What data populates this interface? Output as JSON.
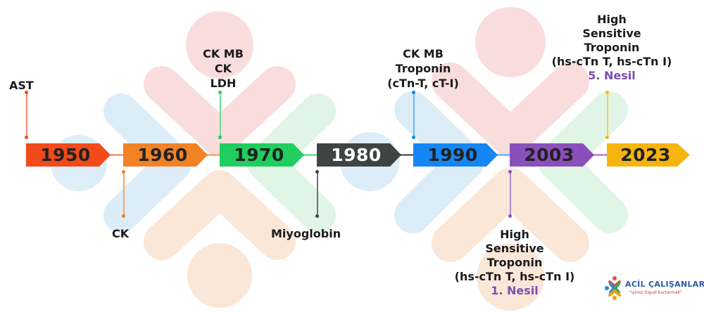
{
  "colors": {
    "1950": "#f24a1a",
    "1960": "#f18226",
    "1970": "#1fce5f",
    "1980": "#3f4342",
    "1990": "#1487f4",
    "2003": "#8b4fbc",
    "2023": "#f6b50e",
    "nesil": "#7a4fb0",
    "bg_pink": "#f7cbcb",
    "bg_blue": "#cde5f5",
    "bg_peach": "#f8dcc6",
    "bg_green": "#d5f2dc"
  },
  "timeline": [
    {
      "year": "1950",
      "color_key": "1950"
    },
    {
      "year": "1960",
      "color_key": "1960"
    },
    {
      "year": "1970",
      "color_key": "1970"
    },
    {
      "year": "1980",
      "color_key": "1980"
    },
    {
      "year": "1990",
      "color_key": "1990"
    },
    {
      "year": "2003",
      "color_key": "2003"
    },
    {
      "year": "2023",
      "color_key": "2023"
    }
  ],
  "labels": {
    "ast": "AST",
    "ck": "CK",
    "ckmb_1970": [
      "CK MB",
      "CK",
      "LDH"
    ],
    "miyoglobin": "Miyoglobin",
    "troponin_1990": [
      "CK MB",
      "Troponin",
      "(cTn-T, cT-I)"
    ],
    "hs_2003": [
      "High",
      "Sensitive",
      "Troponin",
      "(hs-cTn T, hs-cTn I)"
    ],
    "hs_2003_nesil": "1. Nesil",
    "hs_2023": [
      "High",
      "Sensitive",
      "Troponin",
      "(hs-cTn T, hs-cTn I)"
    ],
    "hs_2023_nesil": "5. Nesil"
  },
  "logo": {
    "name": "ACİL ÇALIŞANLARI",
    "slogan": "\"işimiz hayat kurtarmak\""
  }
}
